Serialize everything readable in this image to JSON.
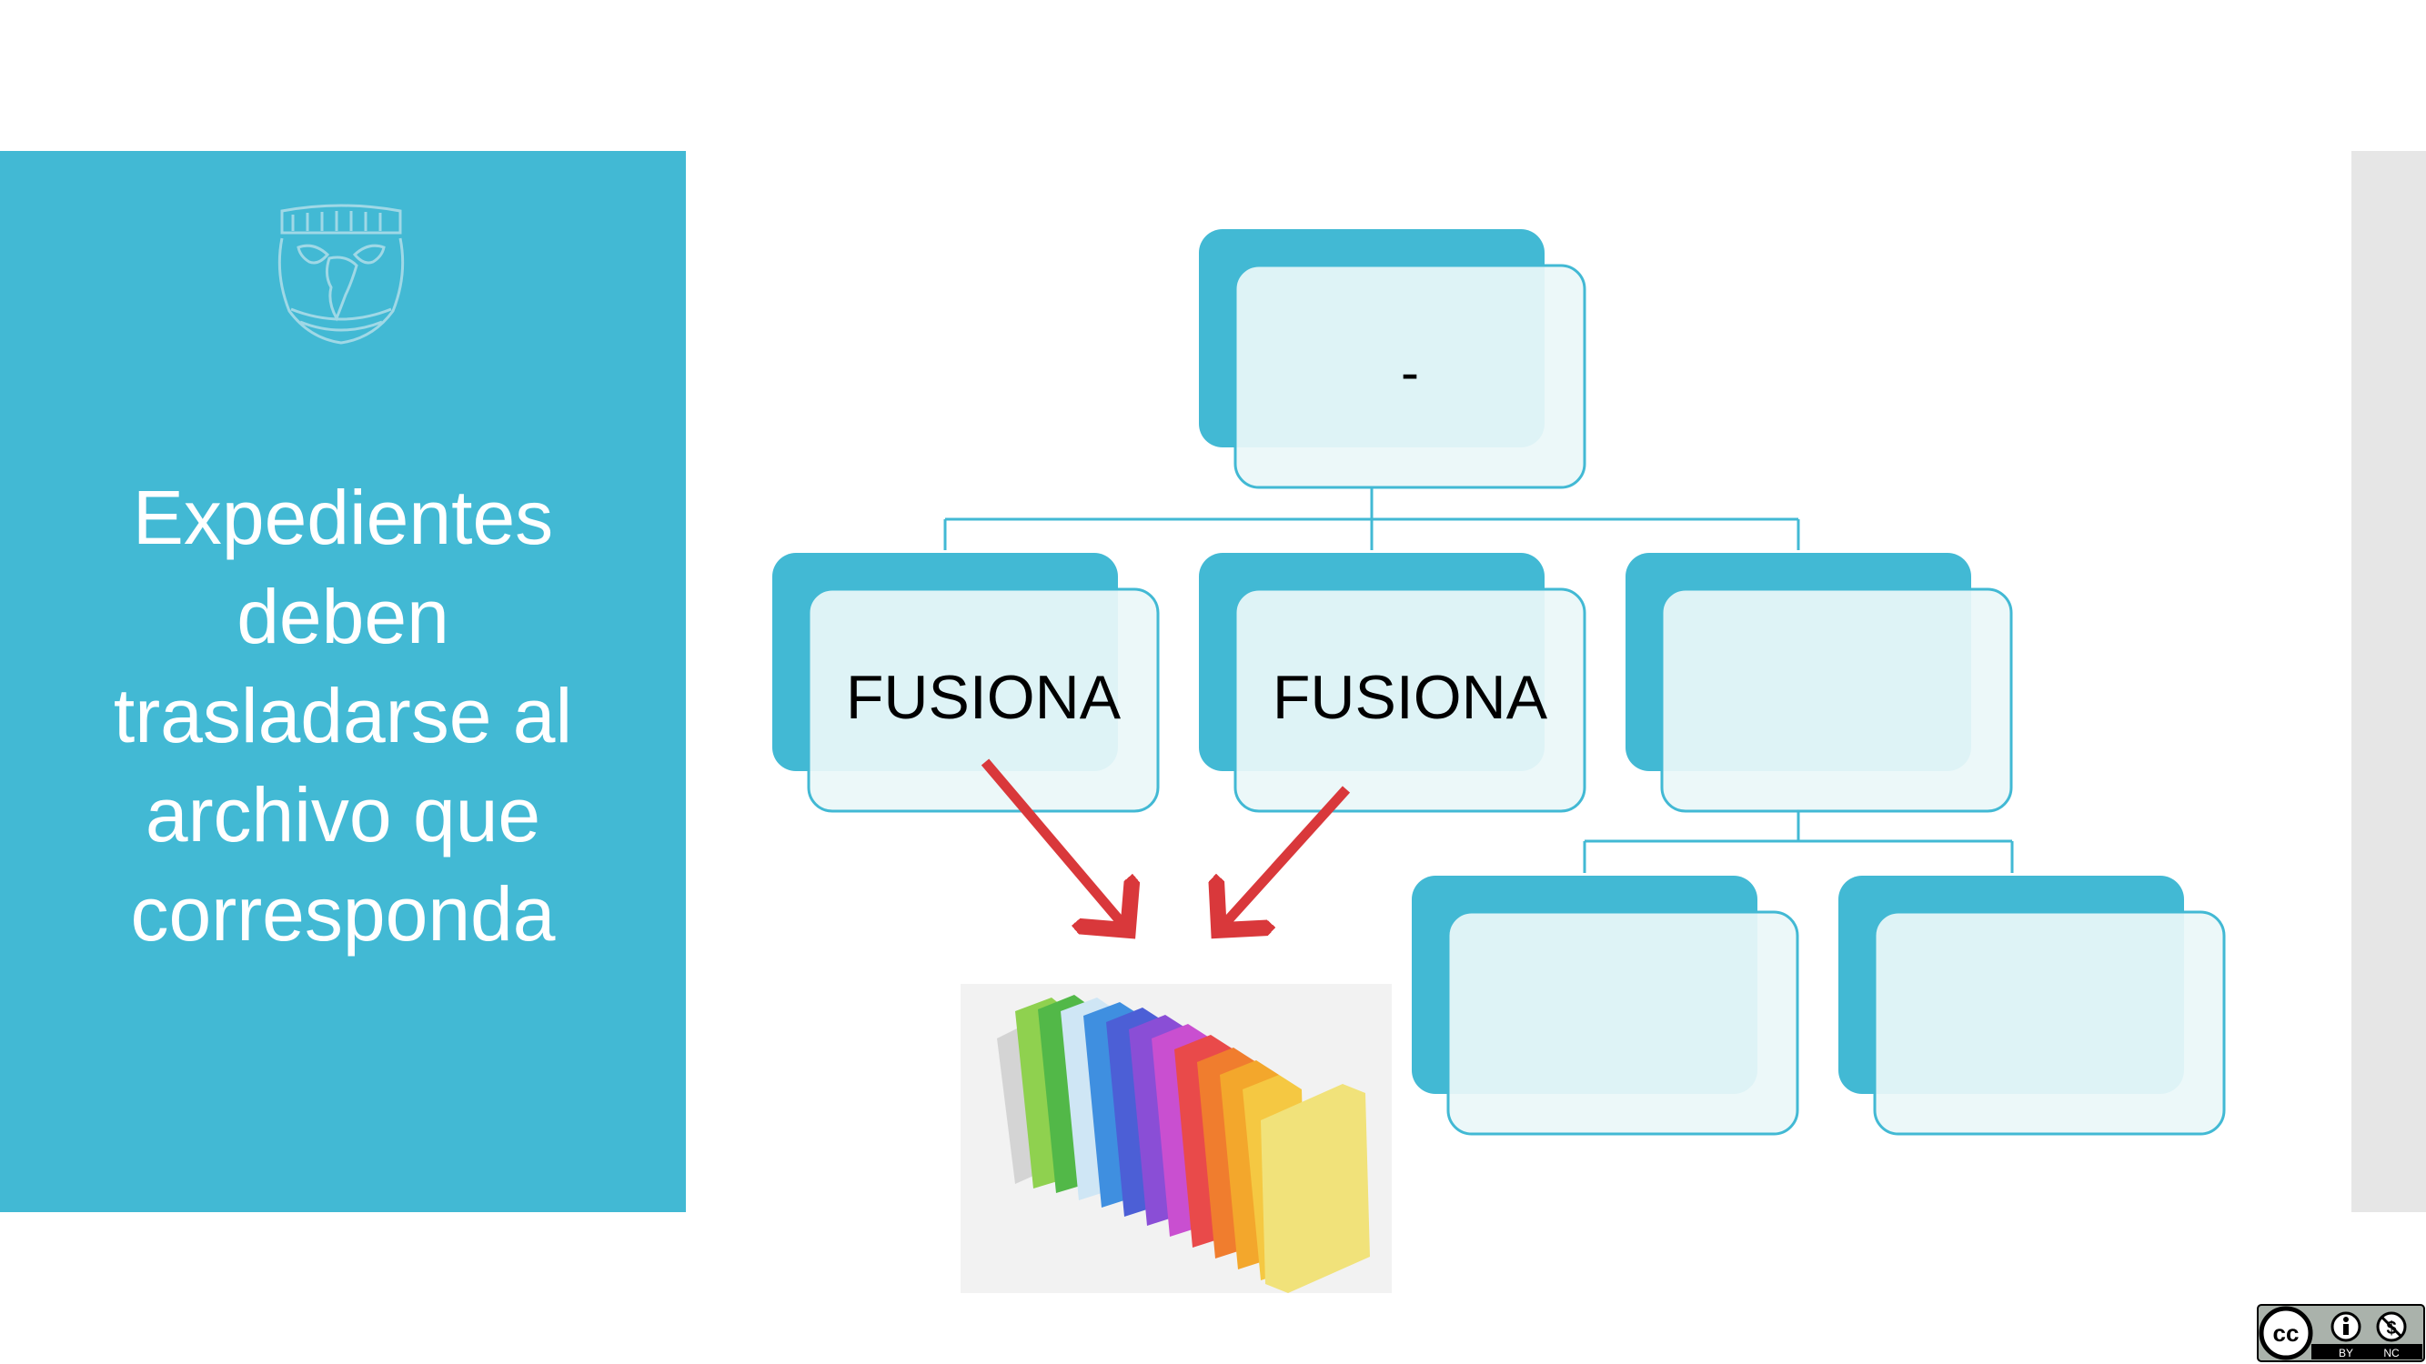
{
  "panel": {
    "title_lines": [
      "Expedientes",
      "deben",
      "trasladarse al",
      "archivo que",
      "corresponda"
    ],
    "panel_color": "#42b9d4"
  },
  "diagram": {
    "root": {
      "label": "-"
    },
    "level2": [
      {
        "label": "FUSIONA"
      },
      {
        "label": "FUSIONA"
      },
      {
        "label": ""
      }
    ],
    "level3": [
      {
        "label": ""
      },
      {
        "label": ""
      }
    ],
    "colors": {
      "box_back": "#42b9d4",
      "box_front": "#ebf7f9",
      "box_border": "#42b9d4",
      "arrow": "#d9383b"
    }
  },
  "icons": {
    "crest": "unam-crest-icon",
    "folders": "colorful-folders-image",
    "license": "cc-by-nc-icon"
  },
  "license": {
    "labels": [
      "BY",
      "NC"
    ]
  }
}
